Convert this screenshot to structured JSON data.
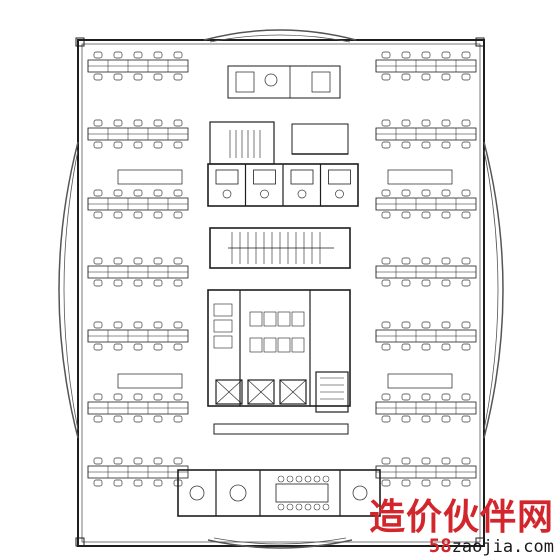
{
  "plan": {
    "ink": "#1e1e1e",
    "glass": "#555555",
    "furniture": "#3a3a3a",
    "background": "#ffffff"
  },
  "watermark": {
    "brand_cn": "造价伙伴网",
    "url_prefix": "58",
    "url_rest": "zaojia.com",
    "brand_color": "#d3262c"
  }
}
